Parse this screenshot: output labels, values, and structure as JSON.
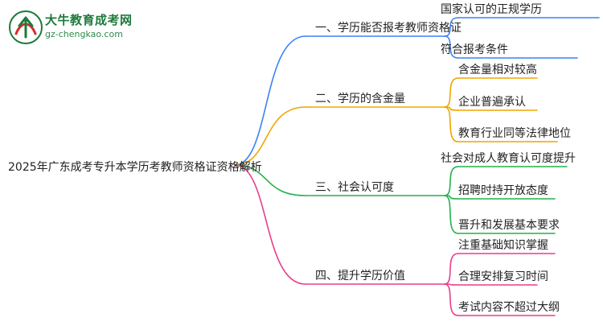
{
  "site": {
    "name": "大牛教育成考网",
    "url": "gz-chengkao.com"
  },
  "root": {
    "label": "2025年广东成考专升本学历考教师资格证资格解析"
  },
  "branches": [
    {
      "label": "一、学历能否报考教师资格证",
      "color": "#3b82f6",
      "leaves": [
        "国家认可的正规学历",
        "符合报考条件"
      ]
    },
    {
      "label": "二、学历的含金量",
      "color": "#f0a500",
      "leaves": [
        "含金量相对较高",
        "企业普遍承认",
        "教育行业同等法律地位"
      ]
    },
    {
      "label": "三、社会认可度",
      "color": "#22b14c",
      "leaves": [
        "社会对成人教育认可度提升",
        "招聘时持开放态度",
        "晋升和发展基本要求"
      ]
    },
    {
      "label": "四、提升学历价值",
      "color": "#e83e8c",
      "leaves": [
        "注重基础知识掌握",
        "合理安排复习时间",
        "考试内容不超过大纲"
      ]
    }
  ]
}
